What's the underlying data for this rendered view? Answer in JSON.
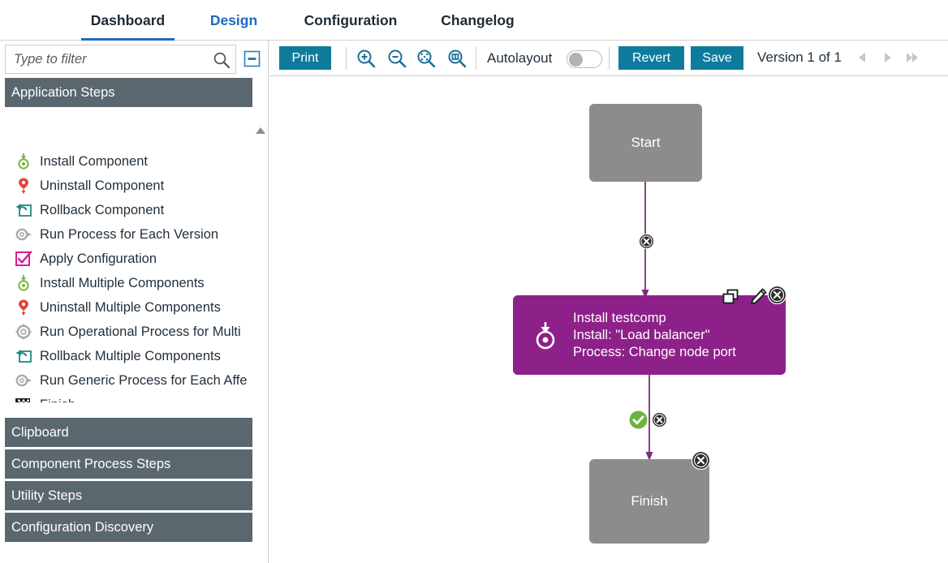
{
  "tabs": [
    {
      "label": "Dashboard",
      "active": true
    },
    {
      "label": "Design",
      "active": false,
      "link": true
    },
    {
      "label": "Configuration",
      "active": false
    },
    {
      "label": "Changelog",
      "active": false
    }
  ],
  "sidebar": {
    "filter": {
      "placeholder": "Type to filter",
      "value": "",
      "search_icon": "search-icon",
      "collapse_icon": "collapse-icon"
    },
    "groups": [
      {
        "label": "Application Steps",
        "expanded": true
      },
      {
        "label": "Clipboard",
        "expanded": false
      },
      {
        "label": "Component Process Steps",
        "expanded": false
      },
      {
        "label": "Utility Steps",
        "expanded": false
      },
      {
        "label": "Configuration Discovery",
        "expanded": false
      }
    ],
    "steps": [
      {
        "label": "Install Component",
        "icon": "install-icon"
      },
      {
        "label": "Uninstall Component",
        "icon": "uninstall-icon"
      },
      {
        "label": "Rollback Component",
        "icon": "rollback-icon"
      },
      {
        "label": "Run Process for Each Version",
        "icon": "gear-arrow-icon"
      },
      {
        "label": "Apply Configuration",
        "icon": "checkbox-icon"
      },
      {
        "label": "Install Multiple Components",
        "icon": "install-icon"
      },
      {
        "label": "Uninstall Multiple Components",
        "icon": "uninstall-icon"
      },
      {
        "label": "Run Operational Process for Multi",
        "icon": "gear-icon"
      },
      {
        "label": "Rollback Multiple Components",
        "icon": "rollback-icon"
      },
      {
        "label": "Run Generic Process for Each Affe",
        "icon": "gear-arrow-icon"
      },
      {
        "label": "Finish",
        "icon": "checkered-flag-icon"
      }
    ]
  },
  "toolbar": {
    "print_label": "Print",
    "zoom_in_icon": "zoom-in-icon",
    "zoom_out_icon": "zoom-out-icon",
    "zoom_fit_icon": "zoom-fit-icon",
    "zoom_actual_icon": "zoom-actual-icon",
    "autolayout_label": "Autolayout",
    "autolayout_on": false,
    "revert_label": "Revert",
    "save_label": "Save",
    "version_label": "Version 1 of 1",
    "prev_icon": "prev-arrow-icon",
    "next_icon": "next-arrow-icon",
    "last_icon": "last-arrow-icon"
  },
  "canvas": {
    "nodes": [
      {
        "id": "start",
        "type": "terminal",
        "label": "Start"
      },
      {
        "id": "install-step",
        "type": "step",
        "icon": "install-icon",
        "line1": "Install testcomp",
        "line2": "Install: \"Load balancer\"",
        "line3": "Process: Change node port",
        "actions": [
          "copy-icon",
          "edit-icon",
          "close-icon"
        ]
      },
      {
        "id": "finish",
        "type": "terminal",
        "label": "Finish",
        "actions": [
          "close-icon"
        ]
      }
    ],
    "connectors": [
      {
        "from": "start",
        "to": "install-step",
        "icons": [
          "close-icon"
        ]
      },
      {
        "from": "install-step",
        "to": "finish",
        "icons": [
          "success-icon",
          "close-icon"
        ]
      }
    ]
  },
  "colors": {
    "accent_teal": "#0f7b9c",
    "link_blue": "#1f69c0",
    "group_header": "#5a676e",
    "node_step_purple": "#8d2189",
    "node_terminal_gray": "#8c8c8c",
    "connector_purple": "#7a2d7a",
    "success_green": "#6cb33f"
  }
}
